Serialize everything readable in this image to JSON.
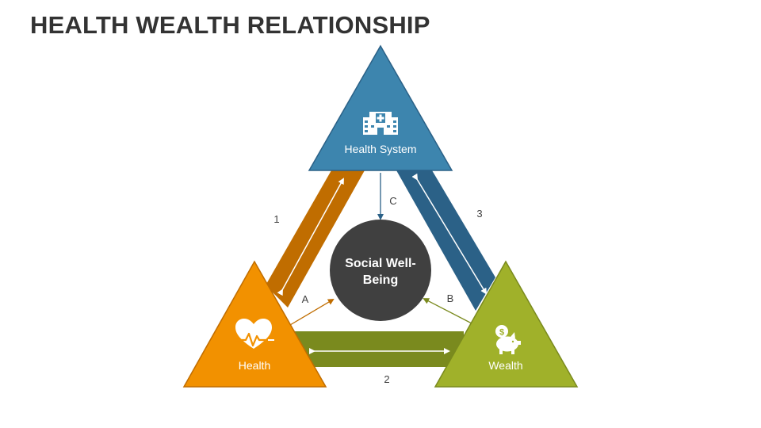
{
  "title": "HEALTH WEALTH RELATIONSHIP",
  "nodes": {
    "top": {
      "label": "Health System",
      "icon": "hospital-icon",
      "color": "#3d85ae"
    },
    "left": {
      "label": "Health",
      "icon": "heart-pulse-icon",
      "color": "#f29100"
    },
    "right": {
      "label": "Wealth",
      "icon": "piggy-bank-coin-icon",
      "color": "#a0b12a"
    },
    "center": {
      "label_line1": "Social Well-",
      "label_line2": "Being",
      "color": "#404040"
    }
  },
  "links": {
    "edge1": {
      "number": "1",
      "color": "#c06d00"
    },
    "edge2": {
      "number": "2",
      "color": "#7a8a1e"
    },
    "edge3": {
      "number": "3",
      "color": "#2b6187"
    }
  },
  "connectors": {
    "a": {
      "letter": "A"
    },
    "b": {
      "letter": "B"
    },
    "c": {
      "letter": "C"
    }
  }
}
